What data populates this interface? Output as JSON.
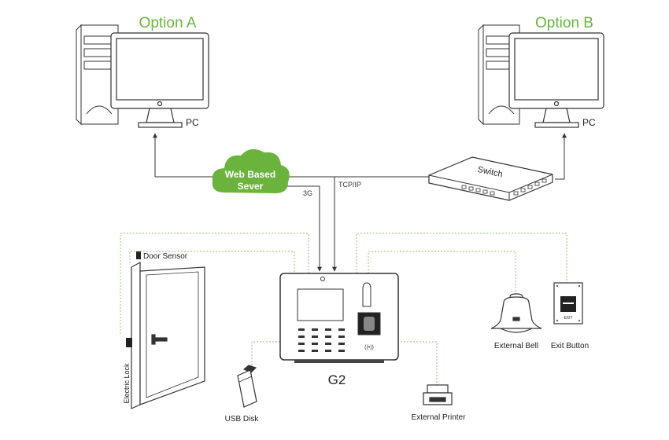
{
  "options": {
    "a": "Option A",
    "b": "Option B"
  },
  "labels": {
    "pc_a": "PC",
    "pc_b": "PC",
    "cloud_line1": "Web Based",
    "cloud_line2": "Sever",
    "link_3g": "3G",
    "link_tcpip": "TCP/IP",
    "switch": "Switch",
    "door_sensor": "Door Sensor",
    "electric_lock": "Electric Lock",
    "device": "G2",
    "usb_disk": "USB Disk",
    "external_printer": "External Printer",
    "external_bell": "External Bell",
    "exit_button": "Exit Button",
    "exit_button_face": "EXIT",
    "device_rfid": "((•))"
  },
  "colors": {
    "accent_green": "#6ab43e",
    "line": "#333333",
    "dotted_green": "#8cc66a"
  }
}
